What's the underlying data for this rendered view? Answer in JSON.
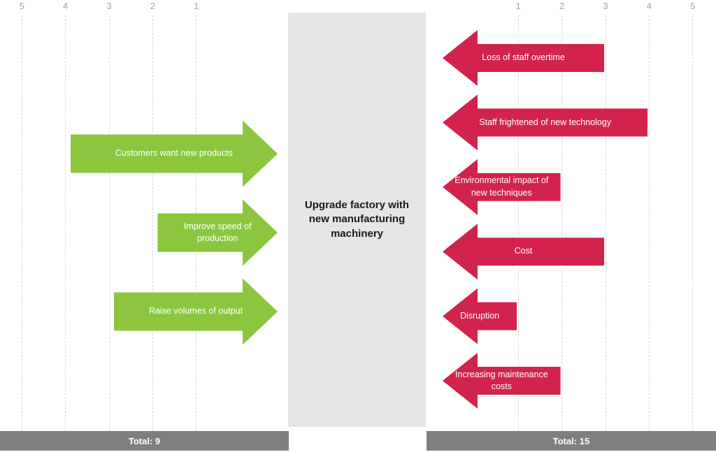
{
  "diagram": {
    "center": {
      "title": "Upgrade factory with new manufacturing machinery"
    },
    "axis": {
      "left_tick_labels": [
        "5",
        "4",
        "3",
        "2",
        "1"
      ],
      "right_tick_labels": [
        "1",
        "2",
        "3",
        "4",
        "5"
      ]
    },
    "driving_forces": {
      "total_label": "Total: 9",
      "items": [
        {
          "label": "Customers want new products",
          "value": 4
        },
        {
          "label": "Improve speed of production",
          "value": 2
        },
        {
          "label": "Raise volumes of output",
          "value": 3
        }
      ]
    },
    "restraining_forces": {
      "total_label": "Total: 15",
      "items": [
        {
          "label": "Loss of staff overtime",
          "value": 3
        },
        {
          "label": "Staff frightened of new technology",
          "value": 4
        },
        {
          "label": "Environmental impact of new techniques",
          "value": 2
        },
        {
          "label": "Cost",
          "value": 3
        },
        {
          "label": "Disruption",
          "value": 1
        },
        {
          "label": "Increasing maintenance costs",
          "value": 2
        }
      ]
    },
    "colors": {
      "driving": "#8cc63f",
      "restraining": "#d2234c",
      "center_box": "#e5e5e5",
      "total_bar": "#7f7f7f",
      "axis_text": "#a3a3a3",
      "gridline": "#d6d6d6"
    }
  }
}
